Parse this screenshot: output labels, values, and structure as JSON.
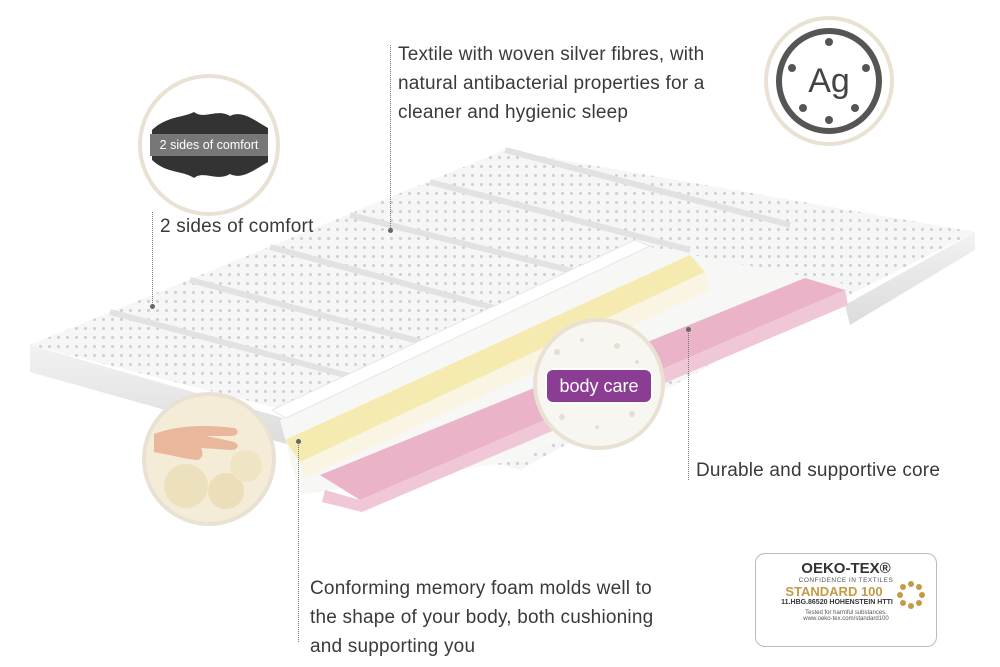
{
  "captions": {
    "silver": [
      "Textile with woven silver fibres, with",
      "natural antibacterial properties for a",
      "cleaner and hygienic sleep"
    ],
    "two_sides": "2 sides of comfort",
    "core": "Durable and supportive core",
    "memory": [
      "Conforming memory foam molds well to",
      "the shape of your body, both cushioning",
      "and supporting you"
    ]
  },
  "badges": {
    "two_sides_label": "2 sides of comfort",
    "ag_symbol": "Ag",
    "body_care": "body care"
  },
  "oeko_tex": {
    "brand": "OEKO-TEX®",
    "tagline": "CONFIDENCE IN TEXTILES",
    "standard": "STANDARD 100",
    "code": "11.HBG.86520 HOHENSTEIN HTTI",
    "tested": "Tested for harmful substances.",
    "url": "www.oeko-tex.com/standard100"
  },
  "colors": {
    "memory_foam": "#f5eab0",
    "core_foam": "#eab3c8",
    "body_care_purple": "#8a3d93",
    "badge_ring": "#e9e1d3",
    "oeko_gold": "#c49a45"
  },
  "icons": [
    "silver-ag-icon",
    "two-sides-comfort-icon",
    "body-care-logo",
    "hand-on-foam-image",
    "oeko-tex-logo"
  ]
}
